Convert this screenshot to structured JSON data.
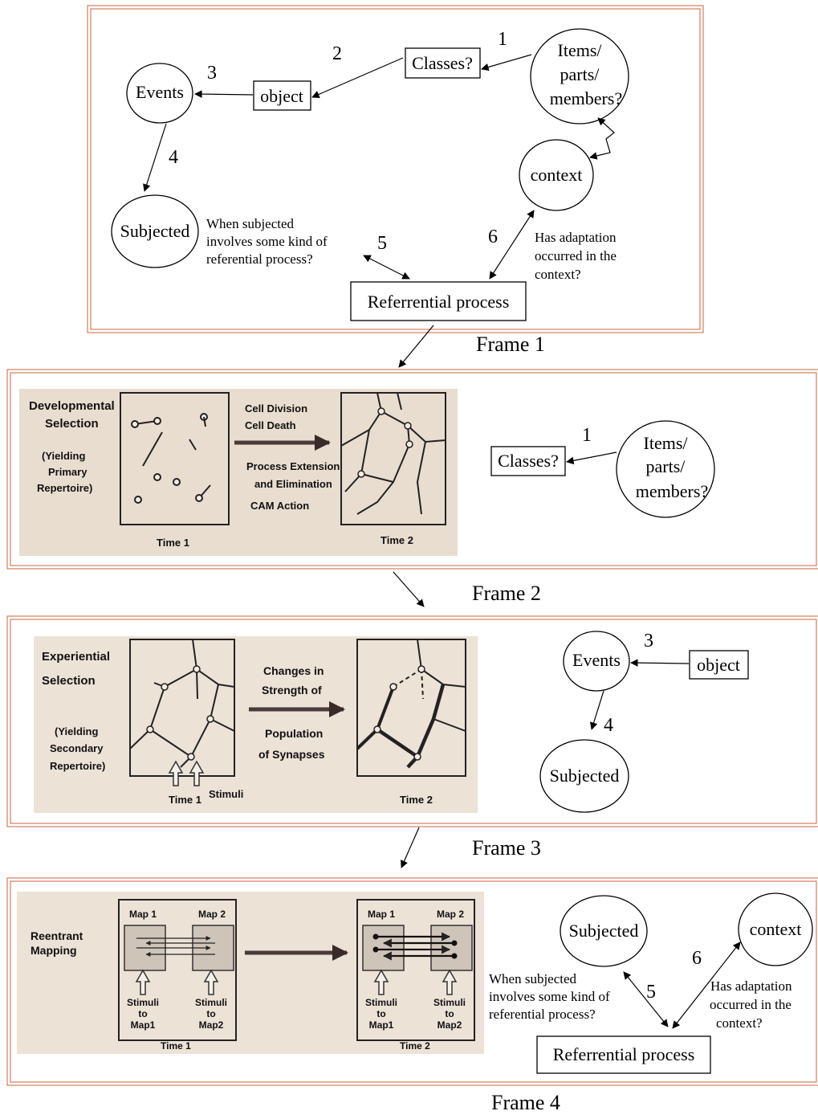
{
  "frames": [
    {
      "caption": "Frame 1",
      "nodes": {
        "classes": "Classes?",
        "items_line1": "Items/",
        "items_line2": "parts/",
        "items_line3": "members?",
        "object": "object",
        "events": "Events",
        "subjected": "Subjected",
        "context": "context",
        "referential": "Referrential process"
      },
      "steps": [
        "1",
        "2",
        "3",
        "4",
        "5",
        "6"
      ],
      "note_subjected": [
        "When subjected",
        "involves some kind of",
        "referential process?"
      ],
      "note_adaptation": [
        "Has adaptation",
        "occurred in the",
        "context?"
      ]
    },
    {
      "caption": "Frame 2",
      "figure": {
        "heading": [
          "Developmental",
          "Selection"
        ],
        "sub": [
          "(Yielding",
          "Primary",
          "Repertoire)"
        ],
        "processes": [
          "Cell Division",
          "Cell Death",
          "Process Extension",
          "and Elimination",
          "CAM Action"
        ],
        "time1": "Time 1",
        "time2": "Time 2"
      },
      "nodes": {
        "classes": "Classes?",
        "items_line1": "Items/",
        "items_line2": "parts/",
        "items_line3": "members?"
      },
      "steps": [
        "1"
      ]
    },
    {
      "caption": "Frame 3",
      "figure": {
        "heading": [
          "Experiential",
          "Selection"
        ],
        "sub": [
          "(Yielding",
          "Secondary",
          "Repertoire)"
        ],
        "processes": [
          "Changes in",
          "Strength of",
          "Population",
          "of Synapses"
        ],
        "stimuli": "Stimuli",
        "time1": "Time 1",
        "time2": "Time 2"
      },
      "nodes": {
        "events": "Events",
        "object": "object",
        "subjected": "Subjected"
      },
      "steps": [
        "3",
        "4"
      ]
    },
    {
      "caption": "Frame 4",
      "figure": {
        "heading": [
          "Reentrant",
          "Mapping"
        ],
        "map1": "Map 1",
        "map2": "Map 2",
        "stim1": [
          "Stimuli",
          "to",
          "Map1"
        ],
        "stim2": [
          "Stimuli",
          "to",
          "Map2"
        ],
        "time1": "Time 1",
        "time2": "Time 2"
      },
      "nodes": {
        "subjected": "Subjected",
        "context": "context",
        "referential": "Referrential process"
      },
      "steps": [
        "5",
        "6"
      ],
      "note_subjected": [
        "When subjected",
        "involves some kind of",
        "referential process?"
      ],
      "note_adaptation": [
        "Has adaptation",
        "occurred in the",
        "context?"
      ]
    }
  ],
  "colors": {
    "frame_border": "#c8643c",
    "paper": "#e9ddd0",
    "ink": "#000000"
  }
}
